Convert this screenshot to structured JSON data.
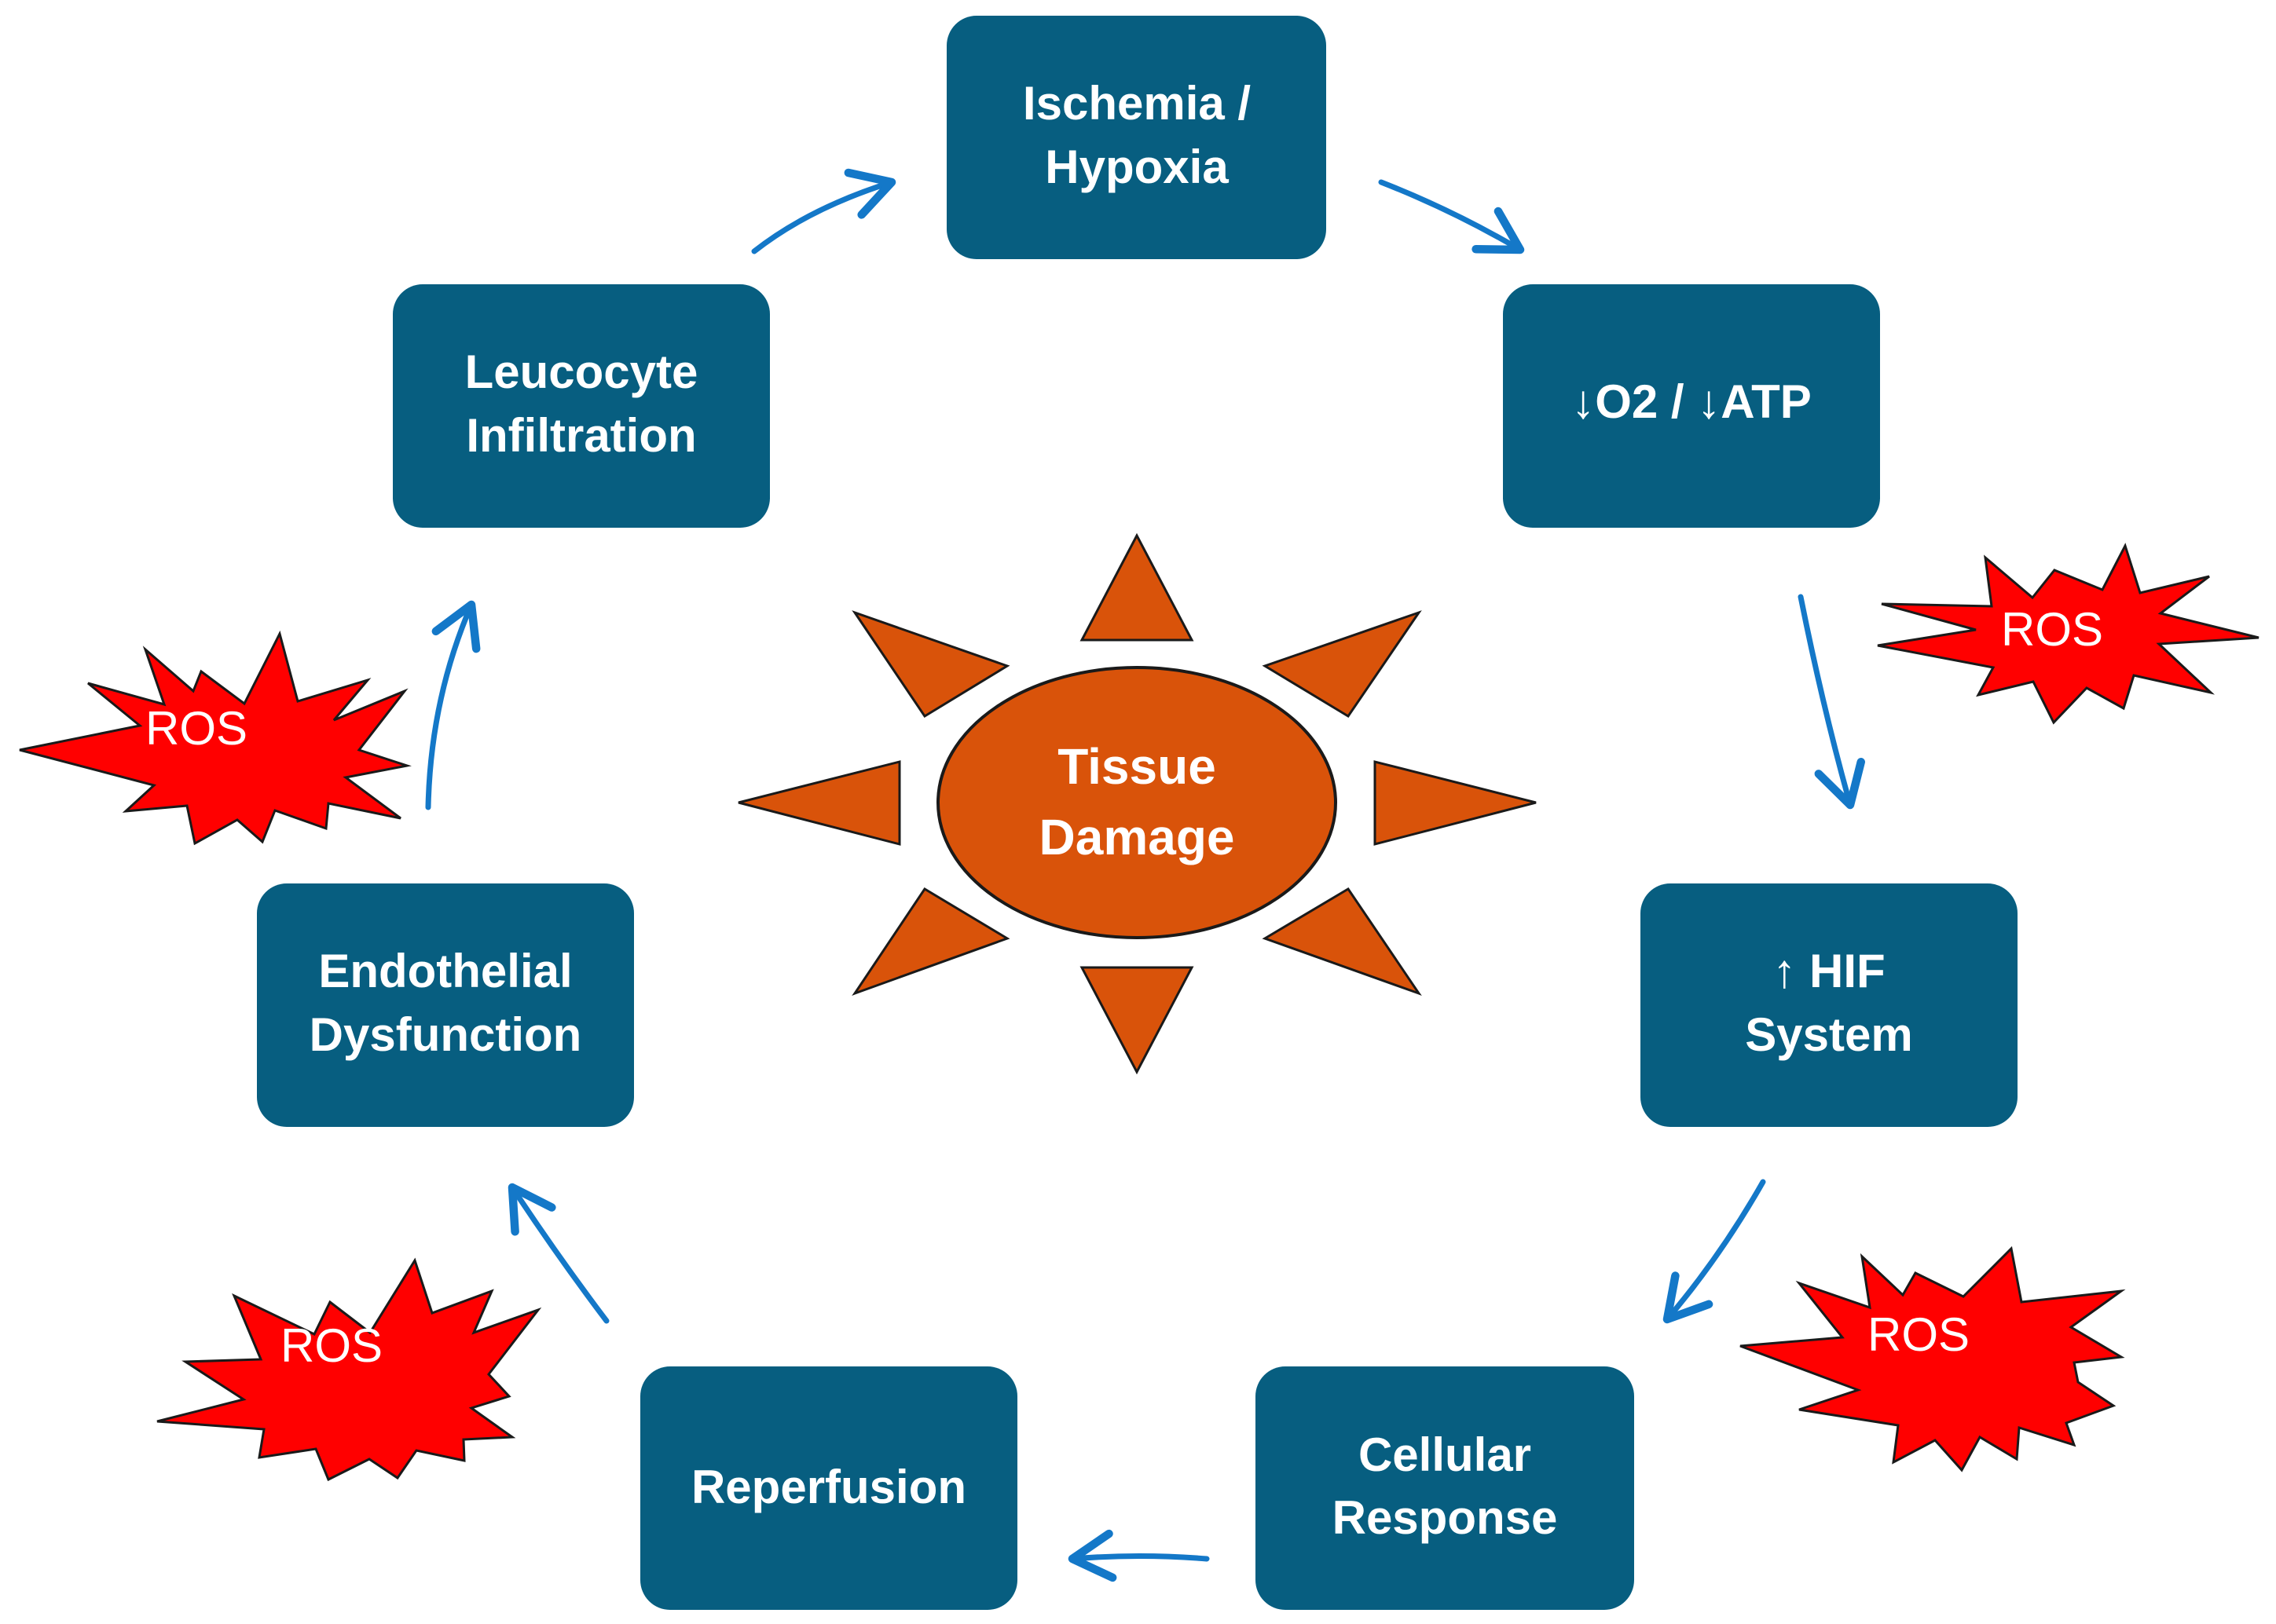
{
  "center": {
    "line1": "Tissue",
    "line2": "Damage"
  },
  "nodes": {
    "ischemia": {
      "line1": "Ischemia /",
      "line2": "Hypoxia"
    },
    "o2_atp": {
      "line1": "↓O2 / ↓ATP"
    },
    "hif": {
      "line1": "↑ HIF",
      "line2": "System"
    },
    "cellular": {
      "line1": "Cellular",
      "line2": "Response"
    },
    "reperfusion": {
      "line1": "Reperfusion"
    },
    "endothelial": {
      "line1": "Endothelial",
      "line2": "Dysfunction"
    },
    "leucocyte": {
      "line1": "Leucocyte",
      "line2": "Infiltration"
    }
  },
  "ros_labels": [
    "ROS",
    "ROS",
    "ROS",
    "ROS"
  ],
  "colors": {
    "node_fill": "#075E80",
    "arrow": "#1478C8",
    "sun": "#D9530A",
    "ros": "#FF0000"
  }
}
